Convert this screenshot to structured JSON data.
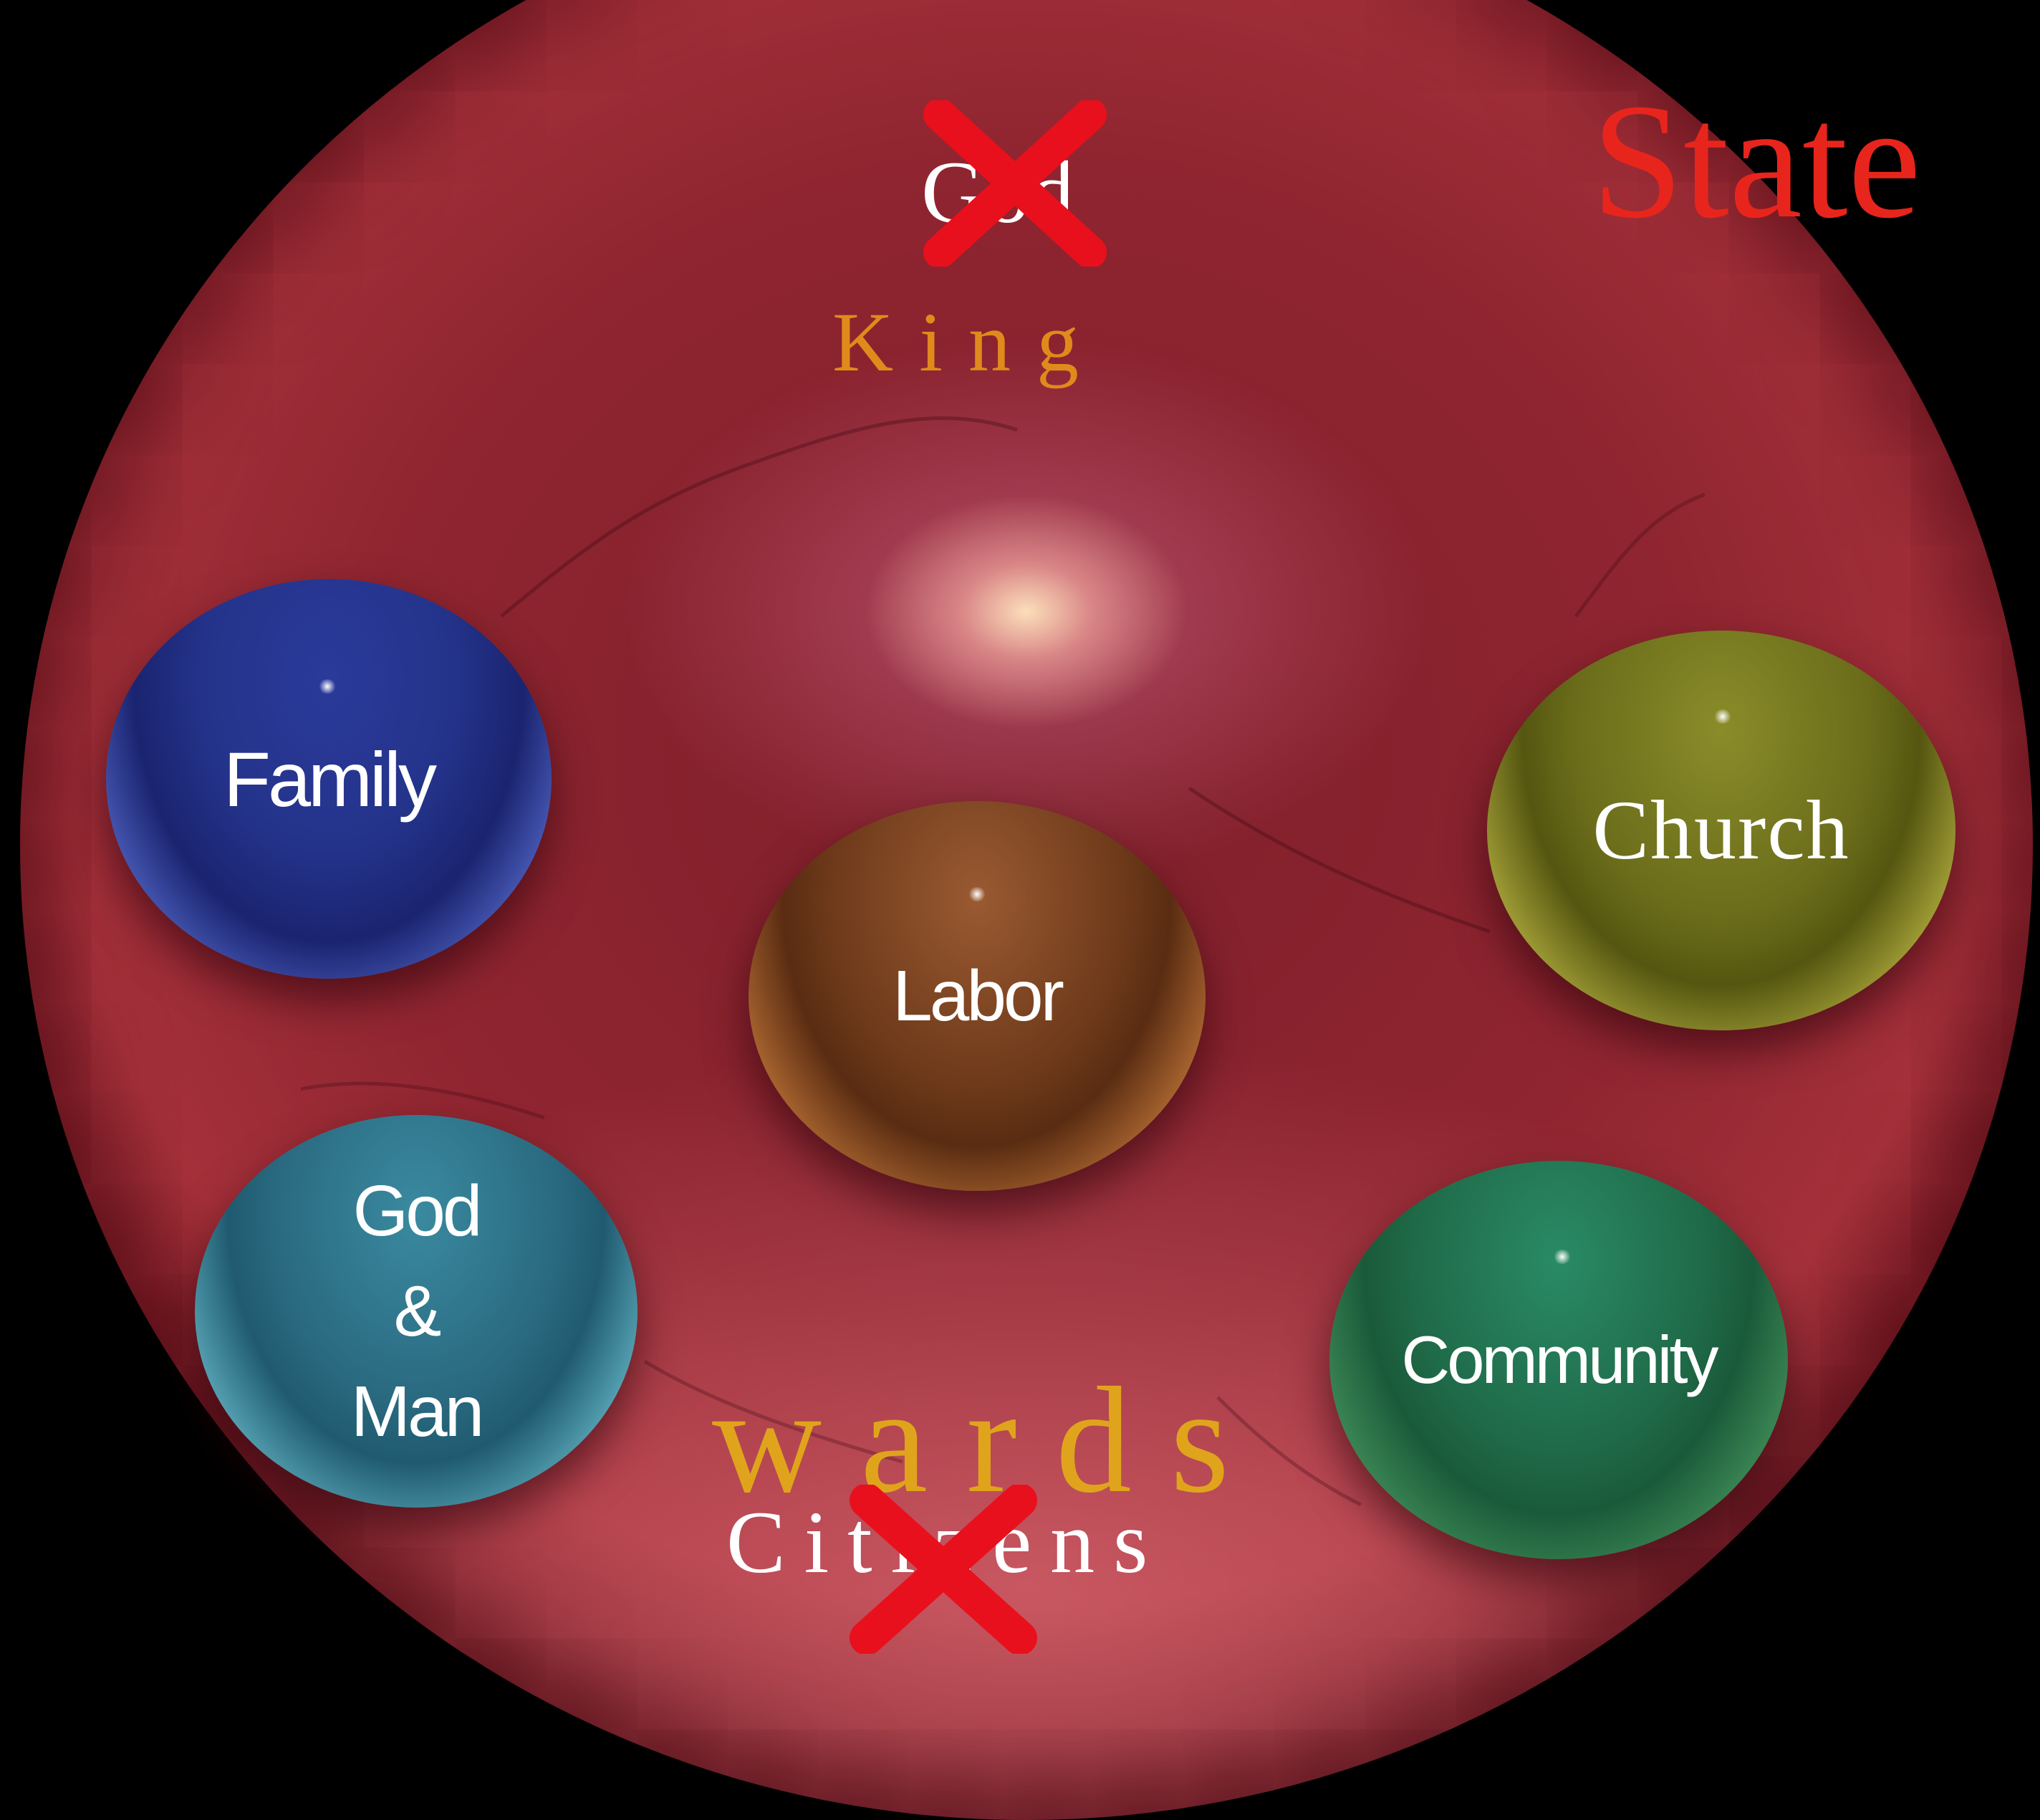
{
  "title": "State",
  "top": {
    "crossed_word": "God",
    "replacement_word": "King"
  },
  "bottom": {
    "replacement_word": "wards",
    "crossed_word": "Citizens"
  },
  "spheres": {
    "family": "Family",
    "labor": "Labor",
    "church": "Church",
    "god_man": [
      "God",
      "&",
      "Man"
    ],
    "community": "Community"
  },
  "colors": {
    "title": "#e8251c",
    "king": "#e08a1c",
    "wards": "#e0a41c",
    "cross": "#e8101c",
    "background": "#000000",
    "plate": "#8f2530"
  },
  "icons": [
    "red-x-icon",
    "red-x-icon"
  ]
}
